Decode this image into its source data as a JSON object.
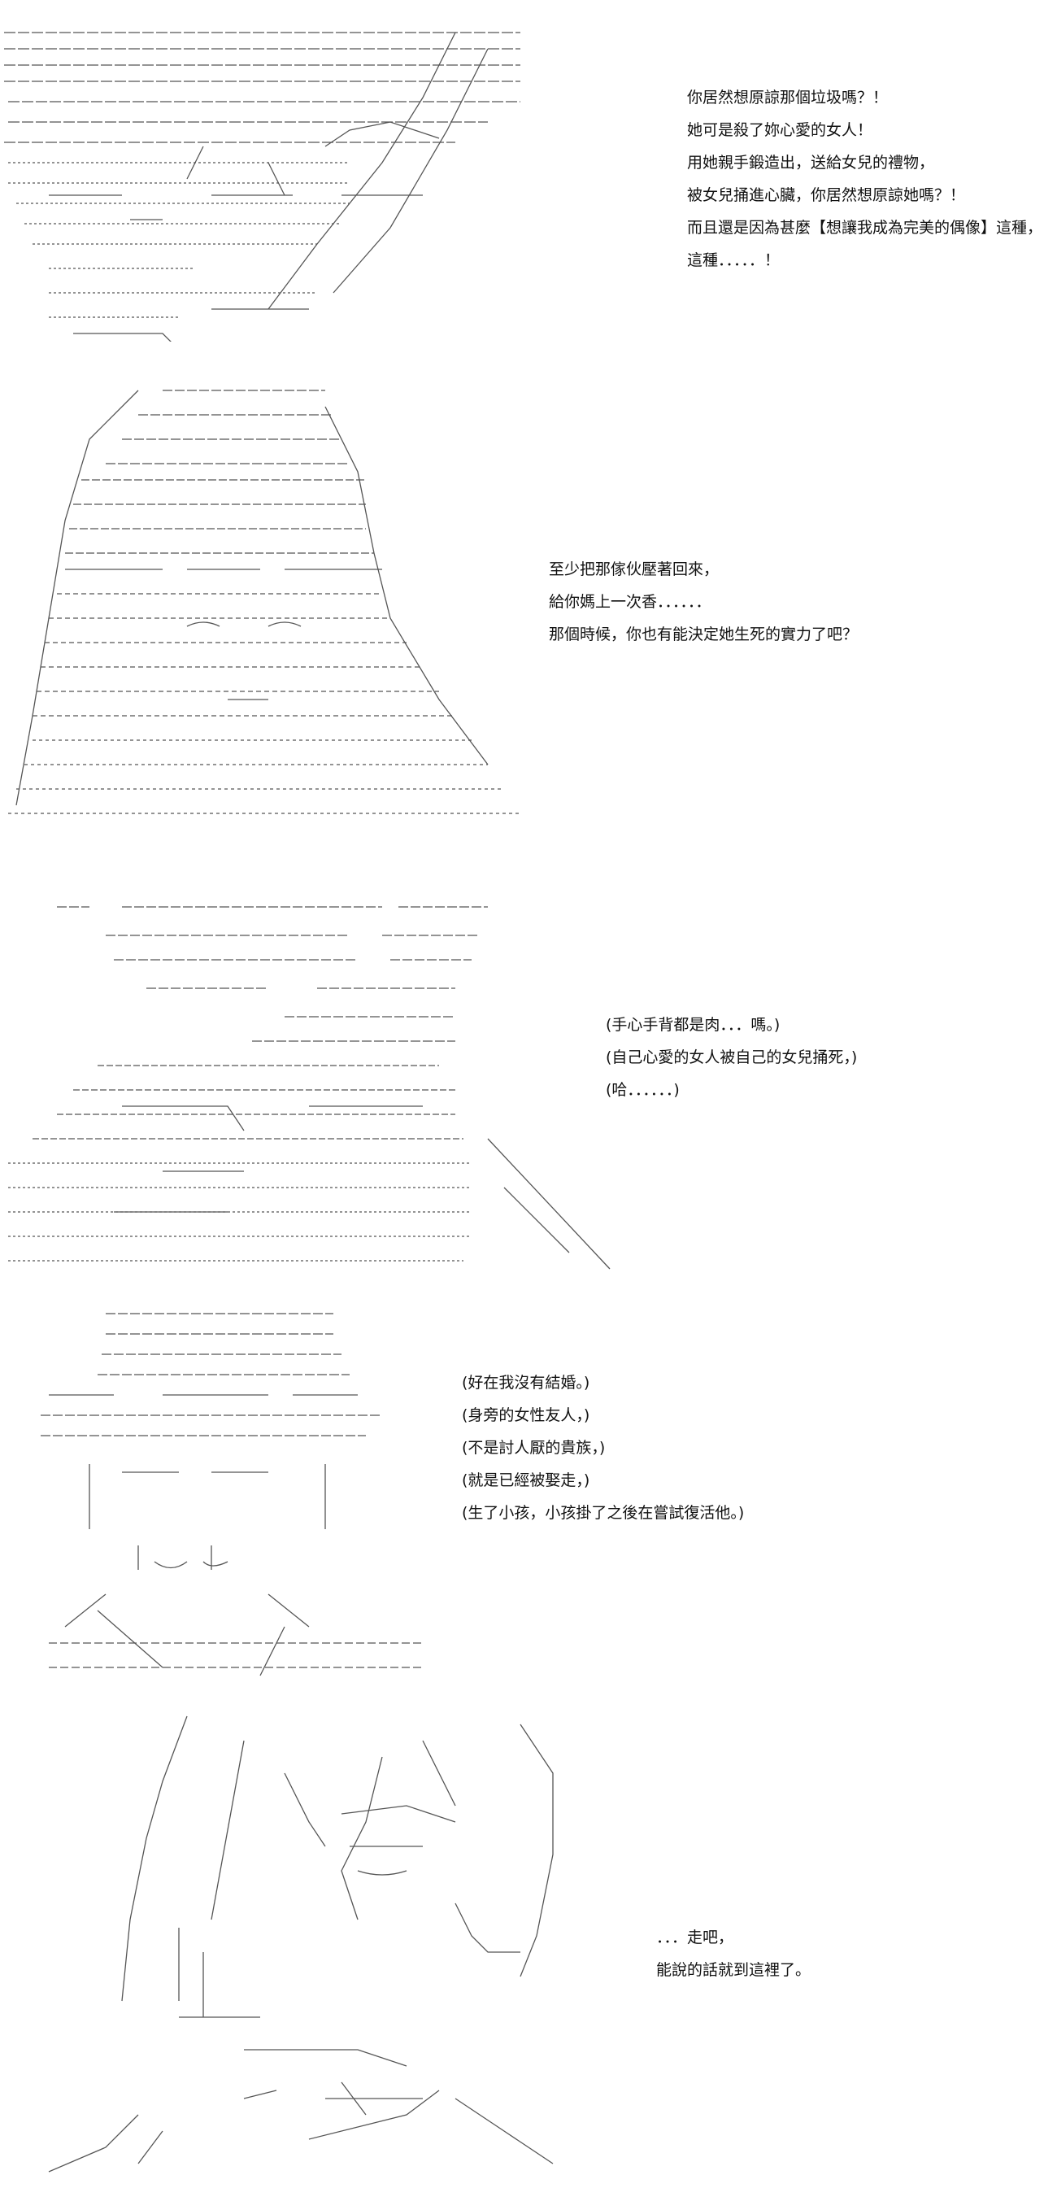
{
  "panels": [
    {
      "id": "panel-1",
      "lines": [
        "你居然想原諒那個垃圾嗎？！",
        "她可是殺了妳心愛的女人！",
        "用她親手鍛造出，送給女兒的禮物，",
        "被女兒捅進心臟，你居然想原諒她嗎？！",
        "而且還是因為甚麼【想讓我成為完美的偶像】這種，",
        "這種．．．．．！"
      ]
    },
    {
      "id": "panel-2",
      "lines": [
        "至少把那傢伙壓著回來，",
        "給你媽上一次香．．．．．．",
        "那個時候，你也有能決定她生死的實力了吧？"
      ]
    },
    {
      "id": "panel-3",
      "lines": [
        "(手心手背都是肉．．．嗎。)",
        "(自己心愛的女人被自己的女兒捅死，)",
        "(哈．．．．．．)"
      ]
    },
    {
      "id": "panel-4",
      "lines": [
        "(好在我沒有結婚。)",
        "(身旁的女性友人，)",
        "(不是討人厭的貴族，)",
        "(就是已經被娶走，)",
        "(生了小孩，小孩掛了之後在嘗試復活他。)"
      ]
    },
    {
      "id": "panel-5",
      "lines": [
        "．．．走吧，",
        "能說的話就到這裡了。"
      ]
    }
  ]
}
